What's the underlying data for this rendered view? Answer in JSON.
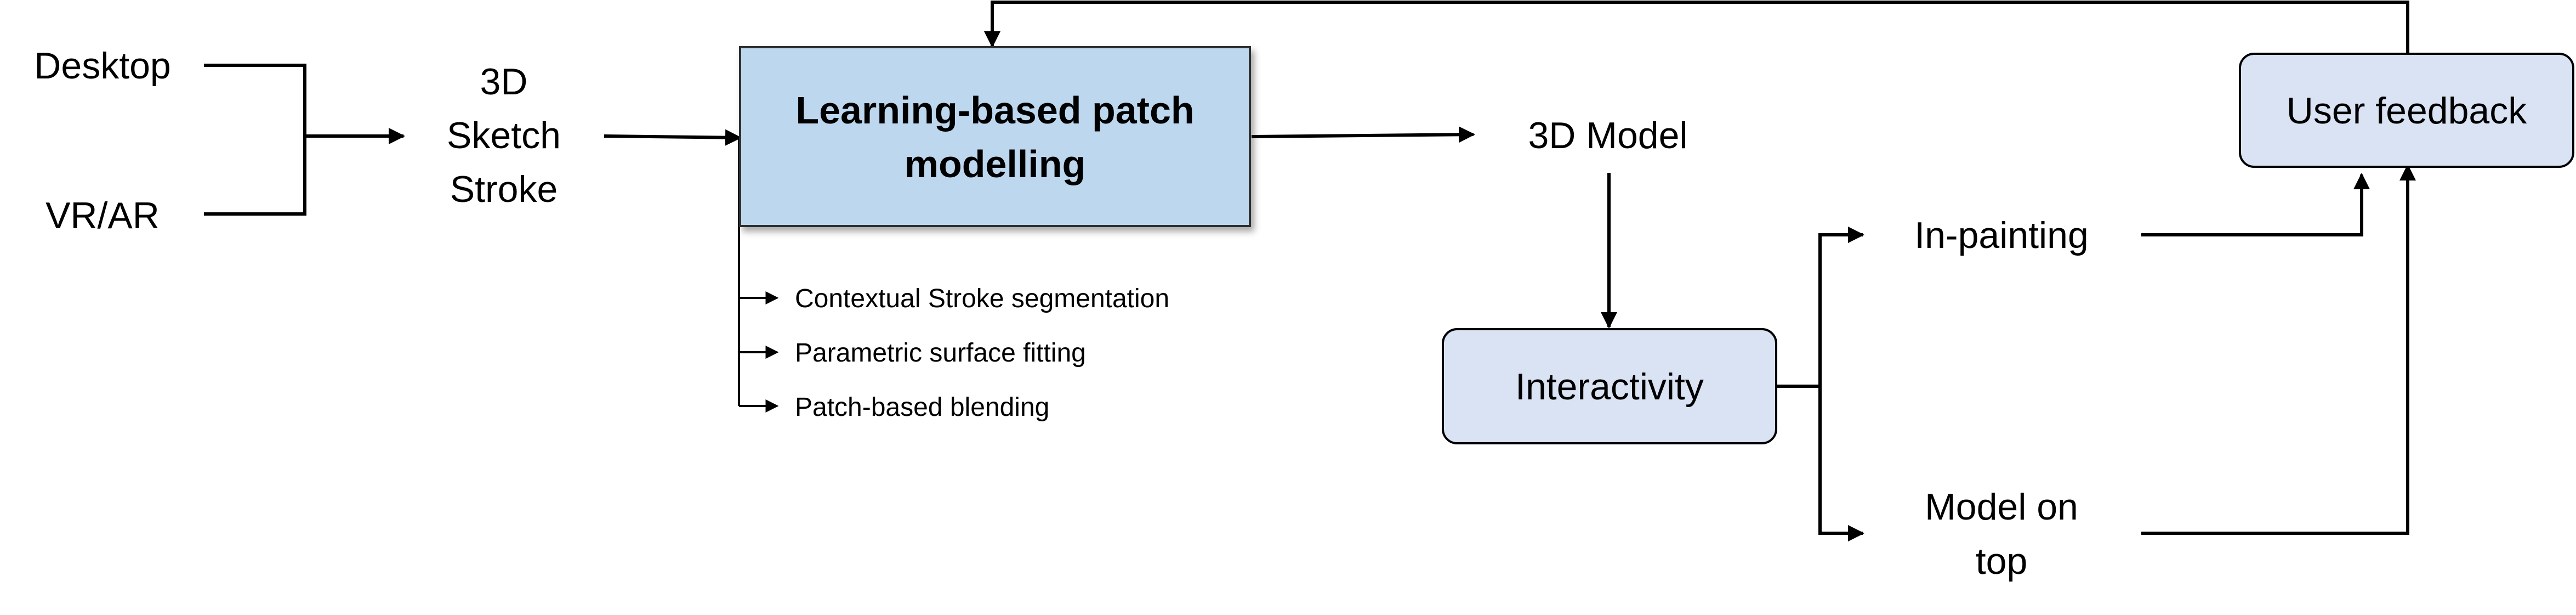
{
  "nodes": {
    "desktop": "Desktop",
    "vr_ar": "VR/AR",
    "sketch_stroke": [
      "3D",
      "Sketch",
      "Stroke"
    ],
    "patch_modelling": [
      "Learning-based patch",
      "modelling"
    ],
    "model_3d": "3D Model",
    "interactivity": "Interactivity",
    "inpainting": "In-painting",
    "model_on_top": [
      "Model on",
      "top"
    ],
    "user_feedback": "User feedback"
  },
  "sub_steps": [
    "Contextual Stroke segmentation",
    "Parametric surface fitting",
    "Patch-based blending"
  ],
  "colors": {
    "main_box_fill": "#bdd7ee",
    "round_box_fill": "#dae3f3",
    "stroke": "#000000"
  }
}
